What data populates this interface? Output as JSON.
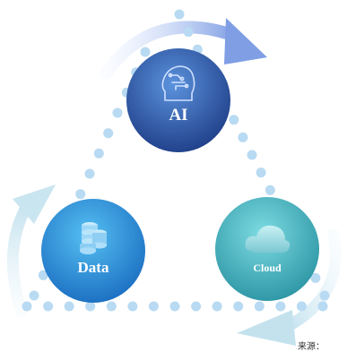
{
  "nodes": {
    "ai": {
      "label": "AI",
      "icon": "ai-head-circuit-icon",
      "color_top": "#4f86d4",
      "color_bottom": "#1f3f8a"
    },
    "data": {
      "label": "Data",
      "icon": "database-stack-icon",
      "color_top": "#4ab3ec",
      "color_bottom": "#1c72c6"
    },
    "cloud": {
      "label": "Cloud",
      "icon": "cloud-icon",
      "color_top": "#6fd3dc",
      "color_bottom": "#2c98a6"
    }
  },
  "source_note": "来源：",
  "colors": {
    "dots": "#b8daf2",
    "arrow_blue": "#8aa7e6",
    "arrow_light": "#cfe7f2"
  }
}
